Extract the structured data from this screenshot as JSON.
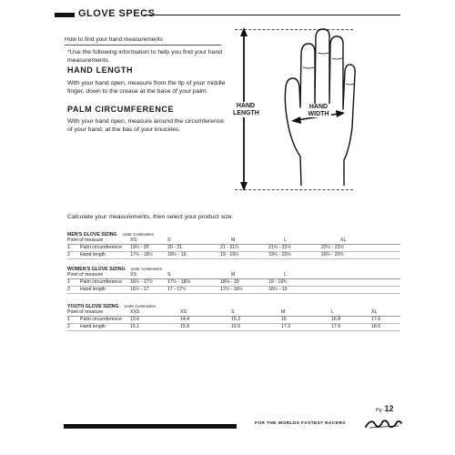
{
  "header": {
    "title": "GLOVE SPECS"
  },
  "intro": {
    "how_to": "How to find your hand measurements",
    "use_note": "*Use the following information to help you find your hand measurements."
  },
  "hand_length": {
    "title": "HAND LENGTH",
    "text": "With your hand open, measure from the tip of your middle finger, down to the crease at the base of your palm."
  },
  "palm": {
    "title": "PALM CIRCUMFERENCE",
    "text": "With your hand open, measure around the circumference of your hand, at the bas of your knuckles."
  },
  "figure": {
    "length_label": "HAND\nLENGTH",
    "width_label": "HAND\nWIDTH"
  },
  "calc_text": "Calculate your measurements, then select your product size.",
  "tables": [
    {
      "title": "MEN'S GLOVE SIZING",
      "units": "Units: Centimeters",
      "header": [
        "Point of measure",
        "XS",
        "S",
        "M",
        "L",
        "XL"
      ],
      "rows": [
        [
          "1",
          "Palm circumference",
          "19½ - 20",
          "20 - 21",
          "21 - 21¾",
          "21¾ - 22½",
          "22½ - 23½"
        ],
        [
          "2",
          "Hand length",
          "17½ - 18½",
          "18½ - 19",
          "19 - 19½",
          "19½ - 20½",
          "20½ - 20¾"
        ]
      ]
    },
    {
      "title": "WOMEN'S GLOVE SIZING",
      "units": "Units: Centimeters",
      "header": [
        "Point of measure",
        "XS",
        "S",
        "M",
        "L"
      ],
      "rows": [
        [
          "1",
          "Palm circumference",
          "16½ - 17½",
          "17½ - 18⅛",
          "18⅛ - 19",
          "19 - 19¾"
        ],
        [
          "2",
          "Hand length",
          "16½ - 17",
          "17 - 17½",
          "17½ - 18½",
          "18½ - 19"
        ]
      ]
    },
    {
      "title": "YOUTH GLOVE SIZING",
      "units": "Units: Centimeters",
      "header": [
        "Point of measure",
        "XXS",
        "XS",
        "S",
        "M",
        "L",
        "XL"
      ],
      "rows": [
        [
          "1",
          "Palm circumference",
          "13.6",
          "14.4",
          "15.2",
          "16",
          "16.8",
          "17.6"
        ],
        [
          "2",
          "Hand length",
          "15.1",
          "15.8",
          "16.5",
          "17.2",
          "17.9",
          "18.6"
        ]
      ]
    }
  ],
  "footer": {
    "page_prefix": "Pg.",
    "page_number": "12",
    "tagline": "FOR THE WORLDS FASTEST RACERS"
  },
  "colors": {
    "ink": "#111111",
    "rule": "#999999"
  },
  "icons": [
    "hand-outline-illustration",
    "brand-logo"
  ]
}
